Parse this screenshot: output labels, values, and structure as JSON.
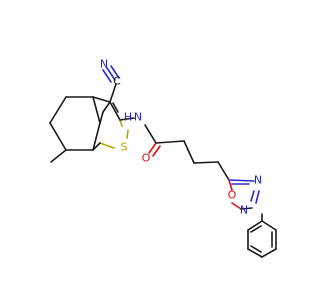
{
  "molecule": {
    "atom_labels": {
      "nitrile_carbon": "C",
      "nitrile_nitrogen": "N",
      "amide_nitrogen": "N",
      "amide_hydrogen": "H",
      "thiophene_sulfur": "S",
      "carbonyl_oxygen": "O",
      "oxadiazole_oxygen": "O",
      "oxadiazole_n_upper": "N",
      "oxadiazole_n_lower": "N"
    }
  },
  "colors": {
    "carbon": "#1a1a1a",
    "nitrogen": "#2424d4",
    "oxygen": "#e01010",
    "sulfur": "#b8a000",
    "background": "#ffffff"
  }
}
